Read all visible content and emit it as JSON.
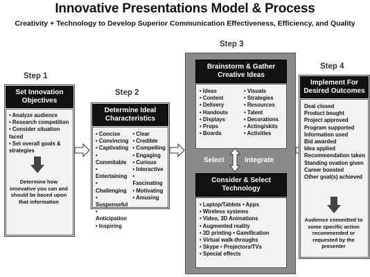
{
  "title": "Innovative Presentations Model & Process",
  "subtitle": "Creativity + Technology to Develop Superior Communication Effectiveness, Efficiency, and Quality",
  "step1": {
    "label": "Step 1",
    "header": "Set Innovation Objectives",
    "items": [
      "Analyze audience",
      "Research competition",
      "Consider situation faced",
      "Set overall goals & strategies"
    ],
    "note": "Determine how innovative you can and should be based upon that information"
  },
  "step2": {
    "label": "Step 2",
    "header": "Determine Ideal Characteristics",
    "left": [
      "Concise",
      "Convincing",
      "Captivating",
      "Commitable",
      "Entertaining",
      "Challenging",
      "Suspenseful",
      "Anticipation",
      "Inspiring"
    ],
    "right": [
      "Clear",
      "Credible",
      "Compelling",
      "Engaging",
      "Curious",
      "Interactive",
      "Fascinating",
      "Motivating",
      "Amusing"
    ]
  },
  "step3": {
    "label": "Step 3",
    "brainstorm_header": "Brainstorm & Gather Creative Ideas",
    "brainstorm_left": [
      "Ideas",
      "Content",
      "Delivery",
      "Handouts",
      "Displays",
      "Props",
      "Boards"
    ],
    "brainstorm_right": [
      "Visuals",
      "Strategies",
      "Resources",
      "Talent",
      "Decorations",
      "Acting/skits",
      "Activities"
    ],
    "select_label": "Select",
    "integrate_label": "Integrate",
    "tech_header": "Consider & Select Technology",
    "tech_items": [
      "Laptop/Tablets • Apps",
      "Wireless systems",
      "Video, 3D Animations",
      "Augmented reality",
      "3D printing • Gamification",
      "Virtual walk-throughs",
      "Skype • Projectors/TVs",
      "Special effects"
    ]
  },
  "step4": {
    "label": "Step 4",
    "header": "Implement For Desired Outcomes",
    "items": [
      "Deal closed",
      "Product bought",
      "Project approved",
      "Program supported",
      "Information used",
      "Bid awarded",
      "Idea applied",
      "Recommendation taken",
      "Standing ovation given",
      "Career boosted",
      "Other goal(s) achieved"
    ],
    "note": "Audience committed to some specific action recommended or requested by the presenter"
  }
}
